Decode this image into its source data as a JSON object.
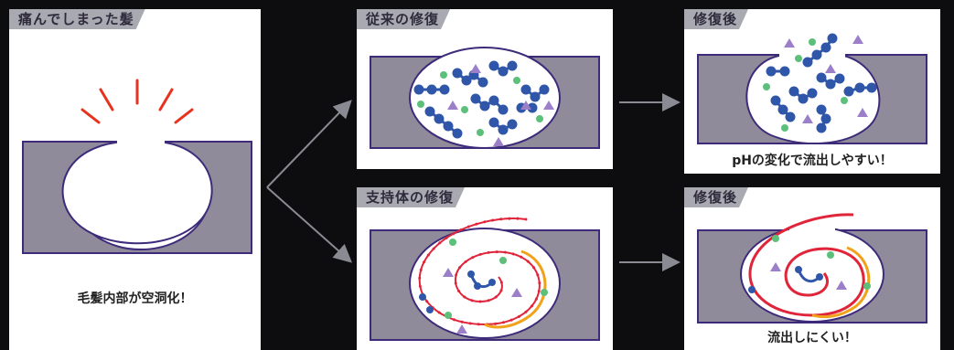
{
  "panels": {
    "damaged": {
      "title": "痛んでしまった髪",
      "caption": "毛髪内部が空洞化！"
    },
    "conventional": {
      "title": "従来の修復"
    },
    "conventional_after": {
      "title": "修復後",
      "caption": "pHの変化で流出しやすい！"
    },
    "support": {
      "title": "支持体の修復"
    },
    "support_after": {
      "title": "修復後",
      "caption": "流出しにくい！"
    }
  },
  "colors": {
    "background": "#0d0d0f",
    "tab": "#a9a9b1",
    "hair_band": "#8f8b9a",
    "outline": "#3d2b7a",
    "blue_chain": "#2f56a8",
    "red_chain": "#e0243a",
    "orange_chain": "#f0a21a",
    "green_dot": "#5cc07a",
    "purple_triangle": "#9b7fc8",
    "alert_lines": "#e8321e",
    "arrow": "#8a8a92"
  }
}
